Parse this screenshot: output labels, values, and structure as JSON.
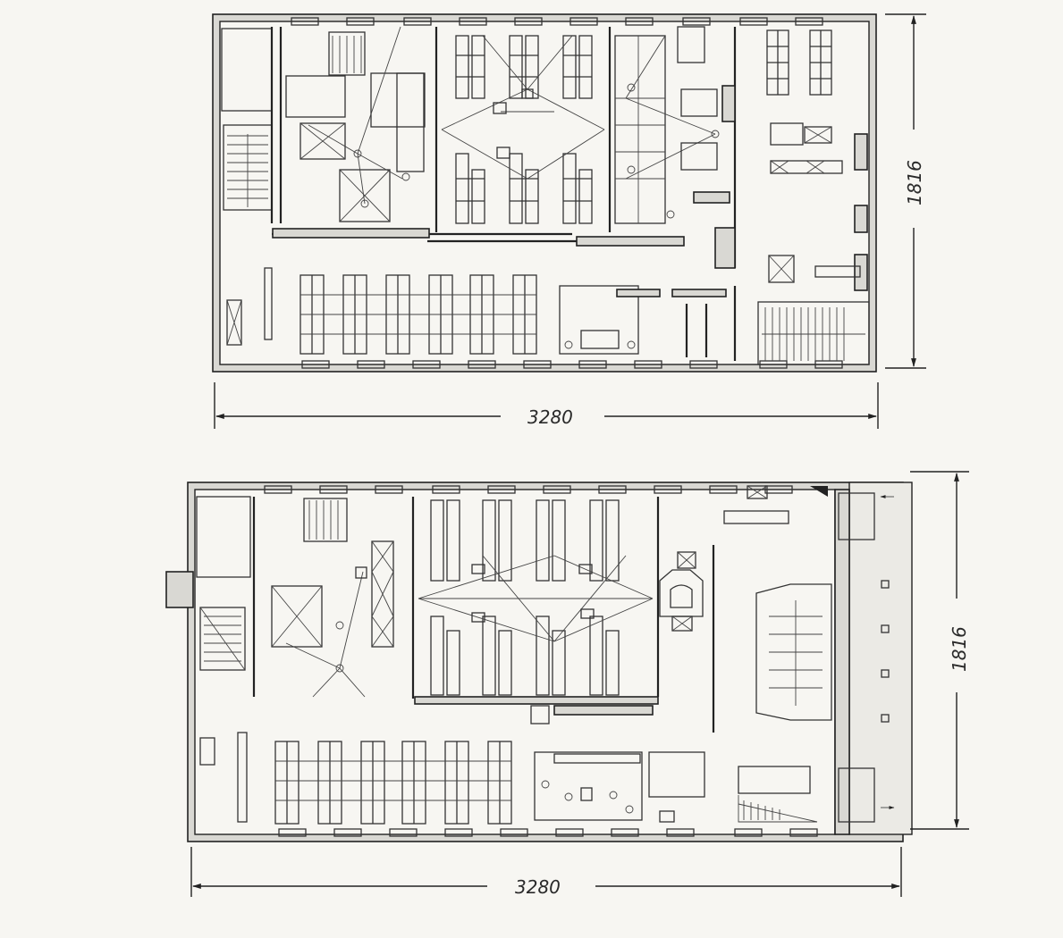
{
  "plans": [
    {
      "width_label": "3280",
      "height_label": "1816"
    },
    {
      "width_label": "3280",
      "height_label": "1816"
    }
  ]
}
